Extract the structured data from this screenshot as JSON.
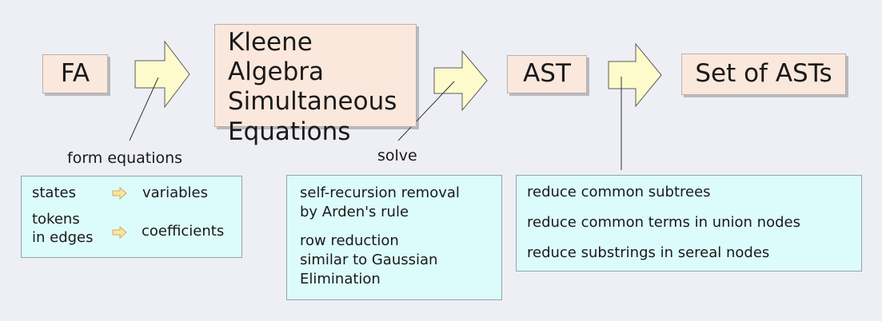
{
  "colors": {
    "background": "#eeeff5",
    "box_fill": "#fbe8dd",
    "arrow_fill": "#fdfbcc",
    "panel_fill": "#dcfbfb",
    "small_arrow_fill": "#fde3a0"
  },
  "boxes": {
    "fa": "FA",
    "kleene": [
      "Kleene Algebra",
      "Simultaneous",
      "Equations"
    ],
    "ast": "AST",
    "set_of_asts": "Set of ASTs"
  },
  "labels": {
    "form_equations": "form equations",
    "solve": "solve"
  },
  "panels": {
    "form": {
      "rows": [
        {
          "from": "states",
          "to": "variables"
        },
        {
          "from": [
            "tokens",
            "in edges"
          ],
          "to": "coefficients"
        }
      ],
      "arrow_icon": "right-arrow-icon"
    },
    "solve": {
      "lines": [
        "self-recursion removal",
        "by Arden's rule",
        "row reduction",
        "similar to Gaussian",
        "Elimination"
      ]
    },
    "reduce": {
      "lines": [
        "reduce common subtrees",
        "reduce common terms in union nodes",
        "reduce substrings in sereal nodes"
      ]
    }
  },
  "icons": {
    "block_arrow": "right-block-arrow-icon"
  }
}
